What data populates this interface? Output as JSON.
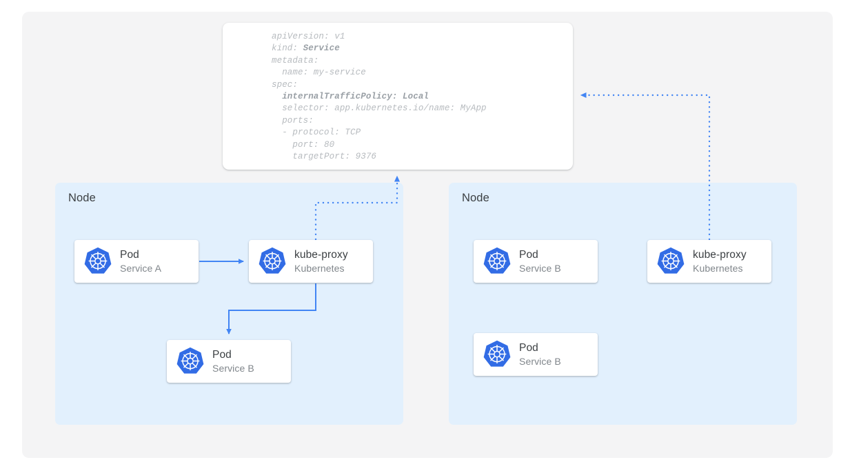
{
  "colors": {
    "page_background": "#ffffff",
    "canvas_background": "#f4f4f5",
    "node_background": "#e2f0fd",
    "accent_blue": "#4285f4",
    "kubernetes_blue": "#326ce5",
    "text_primary": "#3c4043",
    "text_secondary": "#80868b",
    "code_text": "#b7bbbf",
    "code_text_bold": "#9aa0a6"
  },
  "yaml_manifest": {
    "name": "service-manifest",
    "lines": [
      {
        "text": "apiVersion: v1",
        "bold": false
      },
      {
        "text": "kind: ",
        "bold_suffix": "Service"
      },
      {
        "text": "metadata:",
        "bold": false
      },
      {
        "text": "  name: my-service",
        "bold": false
      },
      {
        "text": "spec:",
        "bold": false
      },
      {
        "text": "  internalTrafficPolicy: Local",
        "bold": true
      },
      {
        "text": "  selector: app.kubernetes.io/name: MyApp",
        "bold": false
      },
      {
        "text": "  ports:",
        "bold": false
      },
      {
        "text": "  - protocol: TCP",
        "bold": false
      },
      {
        "text": "    port: 80",
        "bold": false
      },
      {
        "text": "    targetPort: 9376",
        "bold": false
      }
    ],
    "full_text": "apiVersion: v1\nkind: Service\nmetadata:\n  name: my-service\nspec:\n  internalTrafficPolicy: Local\n  selector: app.kubernetes.io/name: MyApp\n  ports:\n  - protocol: TCP\n    port: 80\n    targetPort: 9376"
  },
  "nodes": [
    {
      "label": "Node",
      "side": "left",
      "entities": [
        {
          "title": "Pod",
          "subtitle": "Service A",
          "icon": "kubernetes-logo-icon"
        },
        {
          "title": "kube-proxy",
          "subtitle": "Kubernetes",
          "icon": "kubernetes-logo-icon"
        },
        {
          "title": "Pod",
          "subtitle": "Service B",
          "icon": "kubernetes-logo-icon"
        }
      ]
    },
    {
      "label": "Node",
      "side": "right",
      "entities": [
        {
          "title": "Pod",
          "subtitle": "Service B",
          "icon": "kubernetes-logo-icon"
        },
        {
          "title": "kube-proxy",
          "subtitle": "Kubernetes",
          "icon": "kubernetes-logo-icon"
        },
        {
          "title": "Pod",
          "subtitle": "Service B",
          "icon": "kubernetes-logo-icon"
        }
      ]
    }
  ],
  "connectors": [
    {
      "name": "pod-a-to-kube-proxy",
      "style": "solid",
      "from": "Pod Service A",
      "to": "kube-proxy (left)"
    },
    {
      "name": "kube-proxy-to-pod-b",
      "style": "solid",
      "from": "kube-proxy (left)",
      "to": "Pod Service B (left)"
    },
    {
      "name": "kube-proxy-left-to-service",
      "style": "dotted",
      "from": "kube-proxy (left)",
      "to": "Service manifest"
    },
    {
      "name": "kube-proxy-right-to-service",
      "style": "dotted",
      "from": "kube-proxy (right)",
      "to": "Service manifest"
    }
  ]
}
